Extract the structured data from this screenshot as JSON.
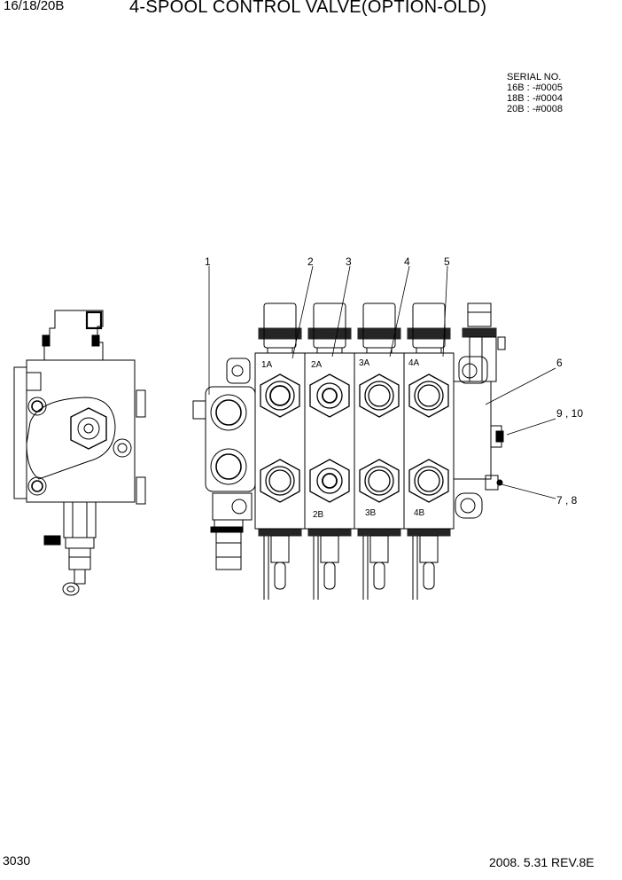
{
  "header": {
    "model": "16/18/20B",
    "title": "4-SPOOL CONTROL VALVE(OPTION-OLD)"
  },
  "serial": {
    "heading": "SERIAL NO.",
    "lines": [
      "16B : -#0005",
      "18B : -#0004",
      "20B : -#0008"
    ]
  },
  "callouts": [
    "1",
    "2",
    "3",
    "4",
    "5",
    "6",
    "9 , 10",
    "7 ,  8"
  ],
  "port_labels": [
    "1A",
    "2A",
    "3A",
    "4A",
    "2B",
    "3B",
    "4B"
  ],
  "footer": {
    "page": "3030",
    "revision": "2008. 5.31  REV.8E"
  }
}
